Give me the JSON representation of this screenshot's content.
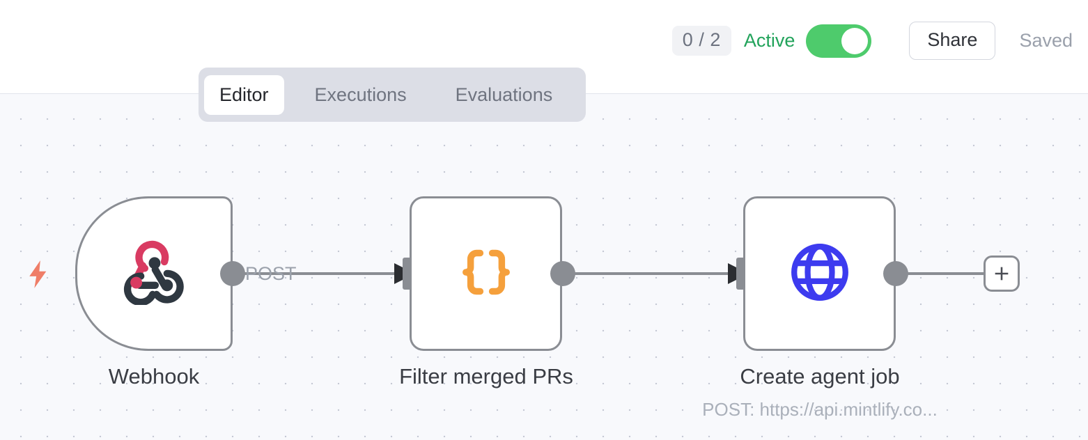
{
  "header": {
    "count_badge": "0 / 2",
    "active_label": "Active",
    "toggle_state": "on",
    "share_label": "Share",
    "saved_label": "Saved",
    "toggle_color": "#4ecb6c",
    "active_color": "#22a35b"
  },
  "tabs": [
    {
      "label": "Editor",
      "active": true
    },
    {
      "label": "Executions",
      "active": false
    },
    {
      "label": "Evaluations",
      "active": false
    }
  ],
  "canvas": {
    "background": "#f8f9fc",
    "dot_color": "#c5c9d4",
    "trigger_icon": "lightning-bolt-icon",
    "trigger_color": "#ef7e68",
    "add_button_label": "+"
  },
  "nodes": [
    {
      "id": "webhook",
      "title": "Webhook",
      "subtitle": "",
      "icon": "webhook-icon",
      "icon_colors": [
        "#d93b62",
        "#2f3841"
      ],
      "shape": "trigger-rounded-left"
    },
    {
      "id": "filter",
      "title": "Filter merged PRs",
      "subtitle": "",
      "icon": "curly-braces-icon",
      "icon_colors": [
        "#f5a03c"
      ],
      "shape": "rounded-square"
    },
    {
      "id": "http",
      "title": "Create agent job",
      "subtitle": "POST: https://api.mintlify.co...",
      "icon": "globe-icon",
      "icon_colors": [
        "#3d3bef"
      ],
      "shape": "rounded-square"
    }
  ],
  "edges": [
    {
      "from": "webhook",
      "to": "filter",
      "label": "POST"
    },
    {
      "from": "filter",
      "to": "http",
      "label": ""
    }
  ]
}
